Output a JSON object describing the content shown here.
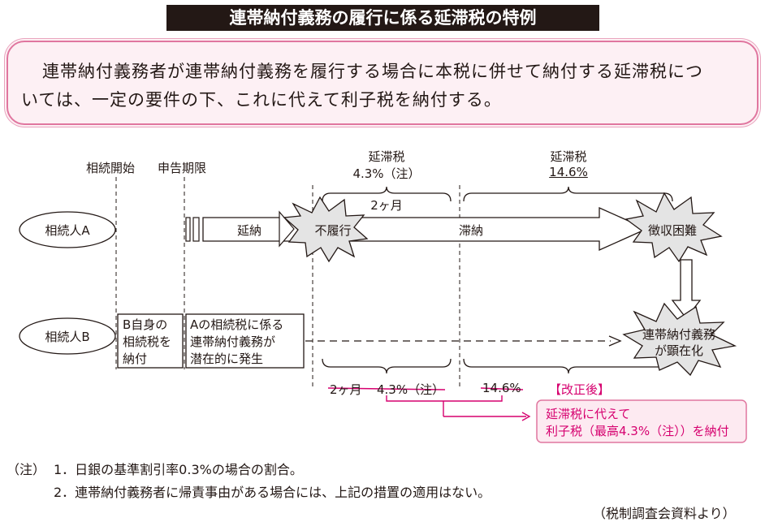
{
  "title": "連帯納付義務の履行に係る延滞税の特例",
  "summary": {
    "line1": "連帯納付義務者が連帯納付義務を履行する場合に本税に併せて納付する延滞税につ",
    "line2": "いては、一定の要件の下、これに代えて利子税を納付する。"
  },
  "timeline": {
    "start_label": "相続開始",
    "deadline_label": "申告期限",
    "rate_label_1": "延滞税",
    "rate_value_1": "4.3%（注）",
    "rate_label_2": "延滞税",
    "rate_value_2": "14.6%",
    "period": "2ヶ月"
  },
  "heir_a": {
    "label": "相続人A",
    "delay": "延納",
    "default": "不履行",
    "arrears": "滞納",
    "collection": "徴収困難"
  },
  "heir_b": {
    "label": "相続人B",
    "own_tax_1": "B自身の",
    "own_tax_2": "相続税を",
    "own_tax_3": "納付",
    "latent_1": "Aの相続税に係る",
    "latent_2": "連帯納付義務が",
    "latent_3": "潜在的に発生",
    "manifest_1": "連帯納付義務",
    "manifest_2": "が顕在化"
  },
  "revision": {
    "old_period": "2ヶ月",
    "old_rate_1": "4.3%（注）",
    "old_rate_2": "14.6%",
    "heading": "【改正後】",
    "new_1": "延滞税に代えて",
    "new_2": "利子税（最高4.3%（注））を納付"
  },
  "notes": {
    "prefix": "（注）",
    "n1": "1．日銀の基準割引率0.3%の場合の割合。",
    "n2": "2．連帯納付義務者に帰責事由がある場合には、上記の措置の適用はない。",
    "source": "（税制調査会資料より）"
  },
  "colors": {
    "accent": "#d6006f",
    "box_border": "#e0769f",
    "box_fill": "#fdf0f4",
    "ink": "#231815"
  }
}
